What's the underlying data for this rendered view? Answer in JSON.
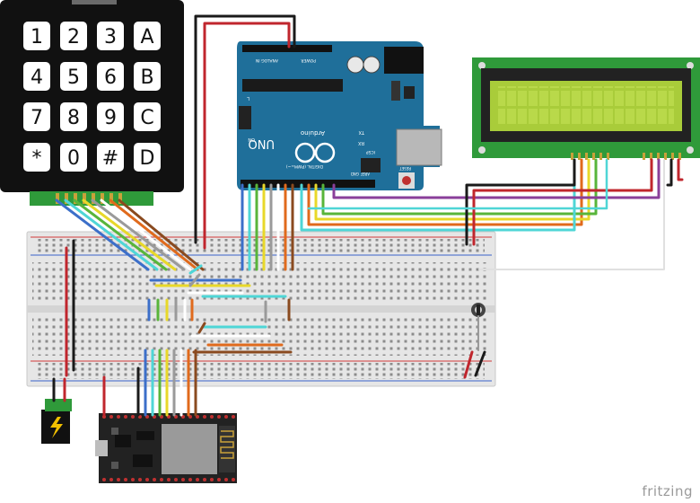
{
  "keypad": {
    "keys": [
      "1",
      "2",
      "3",
      "A",
      "4",
      "5",
      "6",
      "B",
      "7",
      "8",
      "9",
      "C",
      "*",
      "0",
      "#",
      "D"
    ],
    "body_color": "#111111",
    "key_color": "#ffffff",
    "connector_color": "#2f9a3a"
  },
  "arduino": {
    "board_color": "#1f6f9a",
    "logo_text": "UNO",
    "brand_text": "Arduino",
    "labels": {
      "analog_in": "ANALOG IN",
      "power": "POWER",
      "digital": "DIGITAL (PWM=~)",
      "aref": "AREF",
      "gnd": "GND",
      "tx": "TX",
      "rx": "RX",
      "on": "ON",
      "l": "L",
      "icsp": "ICSP",
      "reset": "RESET"
    }
  },
  "lcd": {
    "pcb_color": "#2f9a3a",
    "frame_color": "#222222",
    "screen_color": "#a9cc3a",
    "rows": 2,
    "cols": 16
  },
  "breadboard": {
    "color": "#e8e8e8",
    "rail_red": "#d23b3b",
    "rail_blue": "#3b62c9"
  },
  "esp32": {
    "board_color": "#222222",
    "shield_color": "#9a9a9a"
  },
  "power_jack": {
    "color": "#111111",
    "bolt_color": "#f2c000"
  },
  "wire_colors": {
    "red": "#c0262d",
    "black": "#1a1a1a",
    "blue": "#3c6fc9",
    "cyan": "#4fd6d6",
    "green": "#58b53a",
    "yellow": "#e8d82a",
    "gray": "#9a9a9a",
    "orange": "#e06a1c",
    "brown": "#8a4a1f",
    "purple": "#8a3f9a",
    "white": "#ffffff"
  },
  "watermark": "fritzing"
}
